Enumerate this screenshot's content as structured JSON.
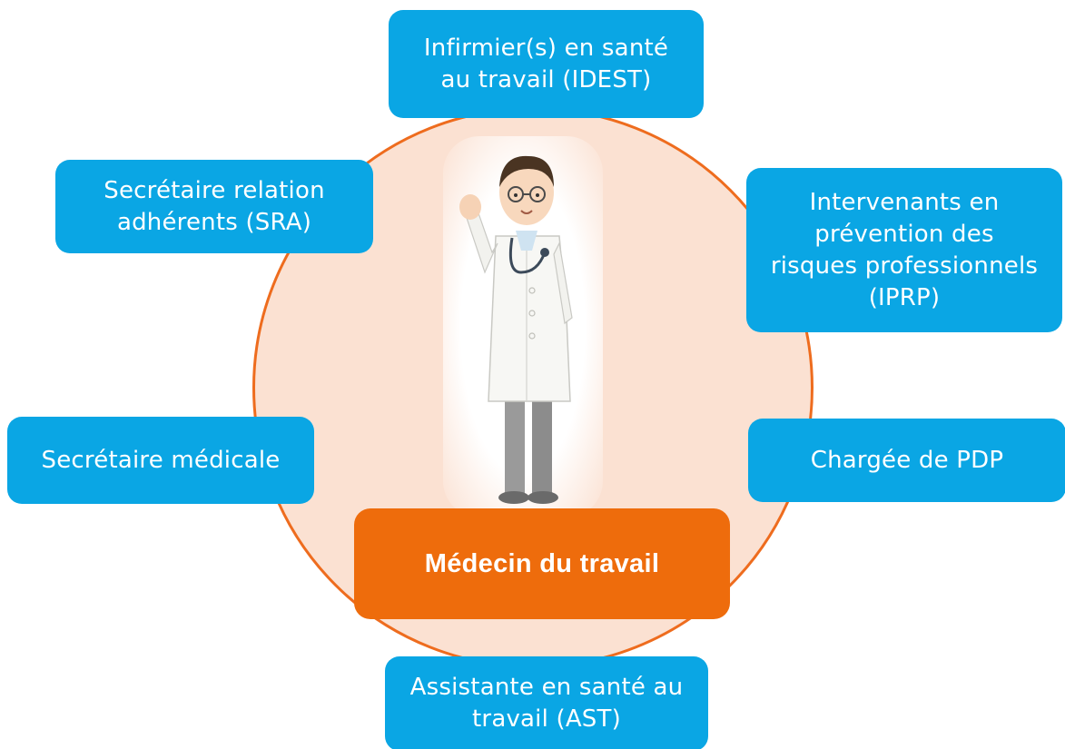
{
  "diagram": {
    "center": {
      "label": "Médecin du travail"
    },
    "roles": [
      {
        "label": "Infirmier(s) en santé\nau travail (IDEST)"
      },
      {
        "label": "Secrétaire relation\nadhérents (SRA)"
      },
      {
        "label": "Intervenants en\nprévention des\nrisques professionnels\n(IPRP)"
      },
      {
        "label": "Secrétaire médicale"
      },
      {
        "label": "Chargée de PDP"
      },
      {
        "label": "Assistante en santé au\ntravail (AST)"
      }
    ],
    "colors": {
      "role_box": "#0aa6e4",
      "center_box": "#ee6c0c",
      "ring_fill": "#fbe1d2",
      "ring_border": "#ee6c1e"
    },
    "illustration": "doctor-illustration"
  }
}
